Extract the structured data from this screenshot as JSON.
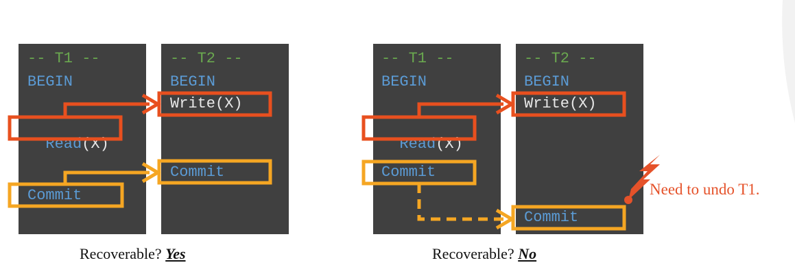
{
  "left": {
    "t1": {
      "header": "-- T1 --",
      "begin": "BEGIN",
      "read_kw": "Read",
      "read_arg": "(X)",
      "commit": "Commit"
    },
    "t2": {
      "header": "-- T2 --",
      "begin": "BEGIN",
      "write": "Write(X)",
      "commit": "Commit"
    },
    "caption_prefix": "Recoverable?",
    "caption_answer": "Yes"
  },
  "right": {
    "t1": {
      "header": "-- T1 --",
      "begin": "BEGIN",
      "read_kw": "Read",
      "read_arg": "(X)",
      "commit": "Commit"
    },
    "t2": {
      "header": "-- T2 --",
      "begin": "BEGIN",
      "write": "Write(X)",
      "commit": "Commit"
    },
    "caption_prefix": "Recoverable?",
    "caption_answer": "No",
    "note": "Need to undo T1."
  },
  "colors": {
    "panel": "#404040",
    "comment": "#6aa84f",
    "keyword": "#5b9bd5",
    "text": "#e8e8e8",
    "dependency_arrow": "#e8501f",
    "commit_arrow": "#f5a623",
    "note": "#e5522a"
  },
  "icons": {
    "warning": "lightning-bolt-icon"
  }
}
